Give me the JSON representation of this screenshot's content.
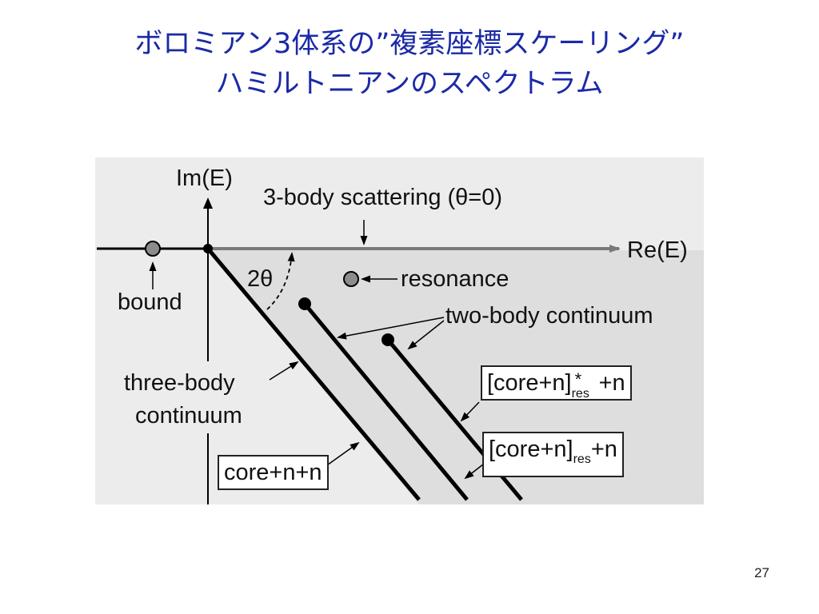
{
  "slide": {
    "title_line1": "ボロミアン3体系の”複素座標スケーリング”",
    "title_line2": "ハミルトニアンのスペクトラム",
    "page_number": "27"
  },
  "figure": {
    "imaginary_axis_label": "Im(E)",
    "real_axis_label": "Re(E)",
    "scattering_label": "3-body scattering (θ=0)",
    "angle_label": "2θ",
    "bound_label": "bound",
    "resonance_label": "resonance",
    "two_body_label": "two-body continuum",
    "three_body_label_line1": "three-body",
    "three_body_label_line2": "continuum",
    "box_core_n_n": "core+n+n",
    "box_res_star": {
      "prefix": "[core+n]",
      "superscript": "*",
      "subscript": "res",
      "suffix": "+n"
    },
    "box_res": {
      "prefix": "[core+n]",
      "subscript": "res",
      "suffix": "+n"
    },
    "colors": {
      "title": "#1a2aa6",
      "panel": "#ececec",
      "shaded_region": "#dedede",
      "real_axis": "#7a7a7a",
      "dot_gray": "#8c8c8c",
      "line": "#000000"
    }
  }
}
